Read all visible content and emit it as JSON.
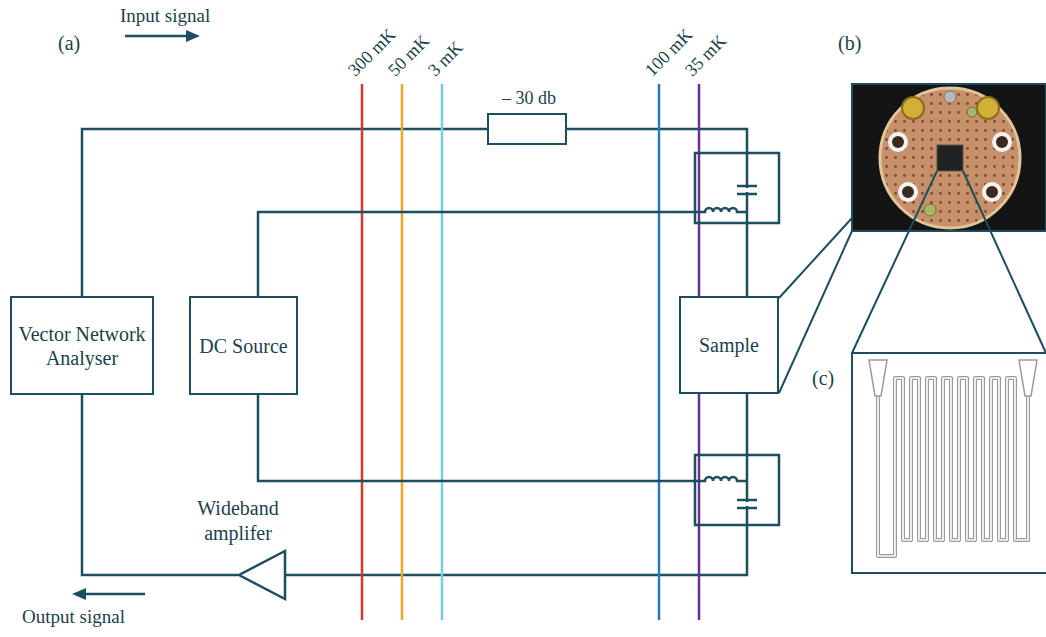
{
  "diagram": {
    "nodes": [
      {
        "text": [
          "Vector Network Analyser"
        ]
      },
      {
        "text": [
          "– 30 db"
        ]
      },
      {
        "text": [
          "DC Source"
        ]
      },
      {
        "text": [
          "Sample"
        ]
      },
      {
        "text": [
          "Wideband amplifer"
        ]
      }
    ],
    "edges": [
      {
        "from": 0,
        "to": 1,
        "arrow": "none"
      },
      {
        "from": 1,
        "to": 3,
        "arrow": "none"
      },
      {
        "from": 3,
        "to": 4,
        "arrow": "none"
      },
      {
        "from": 4,
        "to": 0,
        "arrow": "none"
      }
    ],
    "labels": [
      "(a)",
      "Input signal",
      "300 mK",
      "50 mK",
      "3 mK",
      "100 mK",
      "35 mK",
      "Output signal",
      "(b)",
      "(c)"
    ]
  }
}
